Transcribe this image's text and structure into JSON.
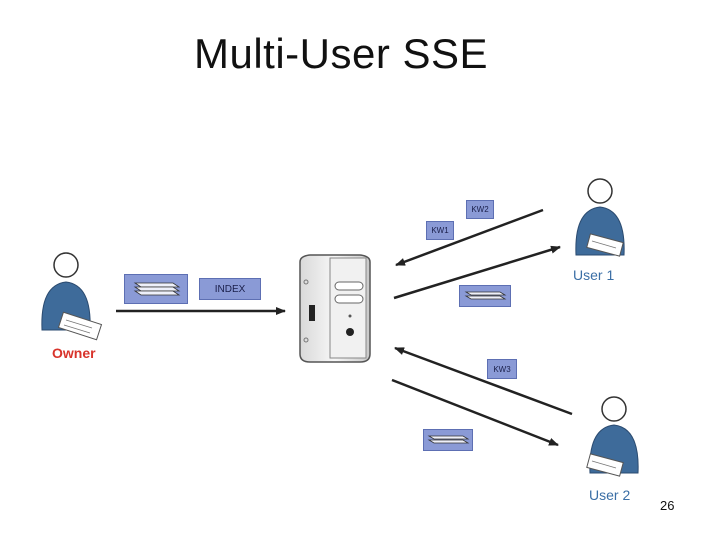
{
  "slide": {
    "title": "Multi-User SSE",
    "page_number": "26"
  },
  "actors": {
    "owner": "Owner",
    "user1": "User 1",
    "user2": "User 2"
  },
  "tags": {
    "index": "INDEX",
    "kw1": "KW1",
    "kw2": "KW2",
    "kw3": "KW3"
  },
  "colors": {
    "owner_label": "#d8332b",
    "user_label": "#3a6ea5",
    "tag_fill": "#8a9ad6",
    "person_body": "#3e6b9a"
  },
  "icons": [
    "person-owner-icon",
    "person-user1-icon",
    "person-user2-icon",
    "server-icon",
    "document-stack-icon"
  ]
}
